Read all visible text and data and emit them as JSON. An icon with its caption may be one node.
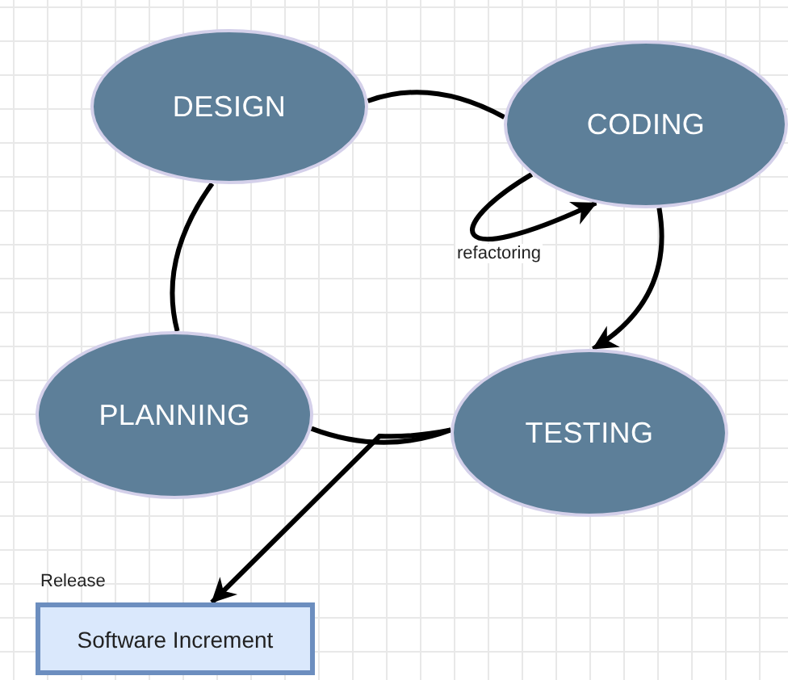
{
  "diagram": {
    "nodes": [
      {
        "text": [
          "DESIGN"
        ]
      },
      {
        "text": [
          "CODING"
        ]
      },
      {
        "text": [
          "PLANNING"
        ]
      },
      {
        "text": [
          "TESTING"
        ]
      },
      {
        "text": [
          "Software Increment"
        ],
        "beside": [
          "Release"
        ]
      }
    ],
    "edges": [
      {
        "from": 0,
        "to": 1,
        "arrow": "none"
      },
      {
        "from": 1,
        "to": 1,
        "arrow": "to",
        "label": "refactoring"
      },
      {
        "from": 1,
        "to": 3,
        "arrow": "to"
      },
      {
        "from": 2,
        "to": 0,
        "arrow": "none"
      },
      {
        "from": 2,
        "to": 3,
        "arrow": "none"
      },
      {
        "from": 3,
        "to": 4,
        "arrow": "to"
      }
    ]
  }
}
